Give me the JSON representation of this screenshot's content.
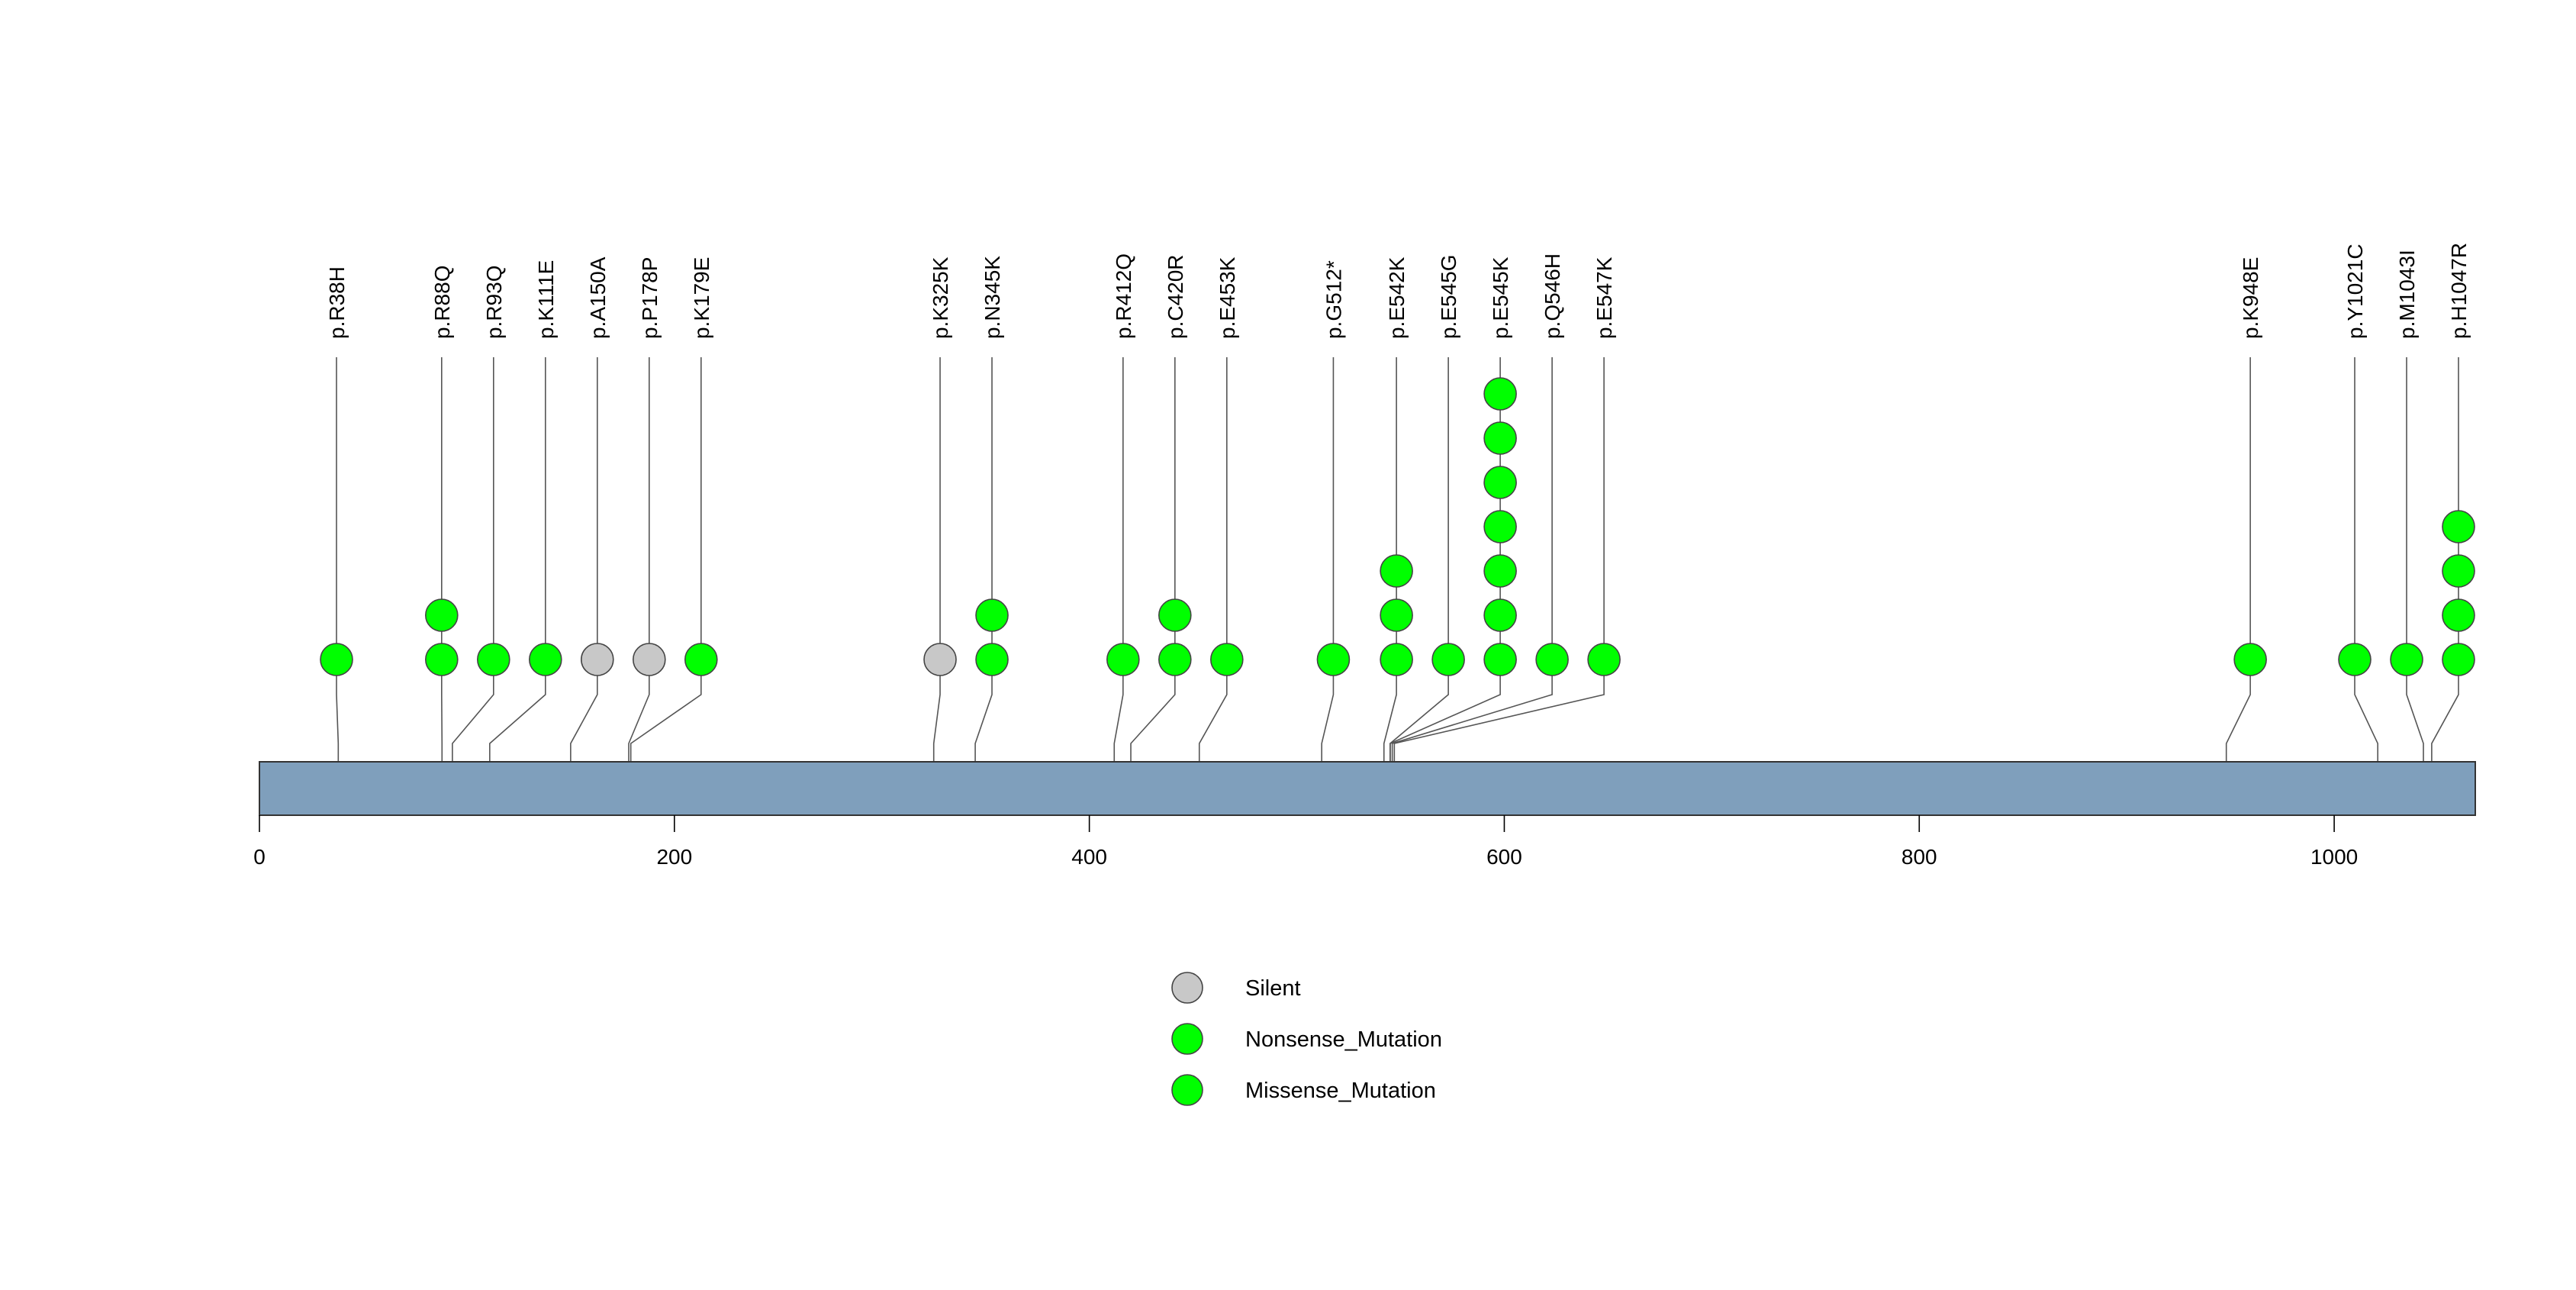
{
  "chart_data": {
    "type": "lollipop",
    "protein_length": 1068,
    "axis": {
      "ticks": [
        0,
        200,
        400,
        600,
        800,
        1000
      ],
      "range": [
        0,
        1068
      ]
    },
    "colors": {
      "protein_bar": "#7f9fbc",
      "stem": "#555555",
      "Silent": "#c8c8c8",
      "Nonsense_Mutation": "#00ff00",
      "Missense_Mutation": "#00ff00"
    },
    "legend": {
      "placement": "bottom-center",
      "items": [
        {
          "name": "Silent",
          "color": "#c8c8c8"
        },
        {
          "name": "Nonsense_Mutation",
          "color": "#00ff00"
        },
        {
          "name": "Missense_Mutation",
          "color": "#00ff00"
        }
      ]
    },
    "mutations": [
      {
        "label": "p.R38H",
        "position": 38,
        "count": 1,
        "type": "Missense_Mutation"
      },
      {
        "label": "p.R88Q",
        "position": 88,
        "count": 2,
        "type": "Missense_Mutation"
      },
      {
        "label": "p.R93Q",
        "position": 93,
        "count": 1,
        "type": "Missense_Mutation"
      },
      {
        "label": "p.K111E",
        "position": 111,
        "count": 1,
        "type": "Missense_Mutation"
      },
      {
        "label": "p.A150A",
        "position": 150,
        "count": 1,
        "type": "Silent"
      },
      {
        "label": "p.P178P",
        "position": 178,
        "count": 1,
        "type": "Silent"
      },
      {
        "label": "p.K179E",
        "position": 179,
        "count": 1,
        "type": "Missense_Mutation"
      },
      {
        "label": "p.K325K",
        "position": 325,
        "count": 1,
        "type": "Silent"
      },
      {
        "label": "p.N345K",
        "position": 345,
        "count": 2,
        "type": "Missense_Mutation"
      },
      {
        "label": "p.R412Q",
        "position": 412,
        "count": 1,
        "type": "Missense_Mutation"
      },
      {
        "label": "p.C420R",
        "position": 420,
        "count": 2,
        "type": "Missense_Mutation"
      },
      {
        "label": "p.E453K",
        "position": 453,
        "count": 1,
        "type": "Missense_Mutation"
      },
      {
        "label": "p.G512*",
        "position": 512,
        "count": 1,
        "type": "Nonsense_Mutation"
      },
      {
        "label": "p.E542K",
        "position": 542,
        "count": 3,
        "type": "Missense_Mutation"
      },
      {
        "label": "p.E545G",
        "position": 545,
        "count": 1,
        "type": "Missense_Mutation"
      },
      {
        "label": "p.E545K",
        "position": 545,
        "count": 7,
        "type": "Missense_Mutation"
      },
      {
        "label": "p.Q546H",
        "position": 546,
        "count": 1,
        "type": "Missense_Mutation"
      },
      {
        "label": "p.E547K",
        "position": 547,
        "count": 1,
        "type": "Missense_Mutation"
      },
      {
        "label": "p.K948E",
        "position": 948,
        "count": 1,
        "type": "Missense_Mutation"
      },
      {
        "label": "p.Y1021C",
        "position": 1021,
        "count": 1,
        "type": "Missense_Mutation"
      },
      {
        "label": "p.M1043I",
        "position": 1043,
        "count": 1,
        "type": "Missense_Mutation"
      },
      {
        "label": "p.H1047R",
        "position": 1047,
        "count": 4,
        "type": "Missense_Mutation"
      }
    ]
  }
}
